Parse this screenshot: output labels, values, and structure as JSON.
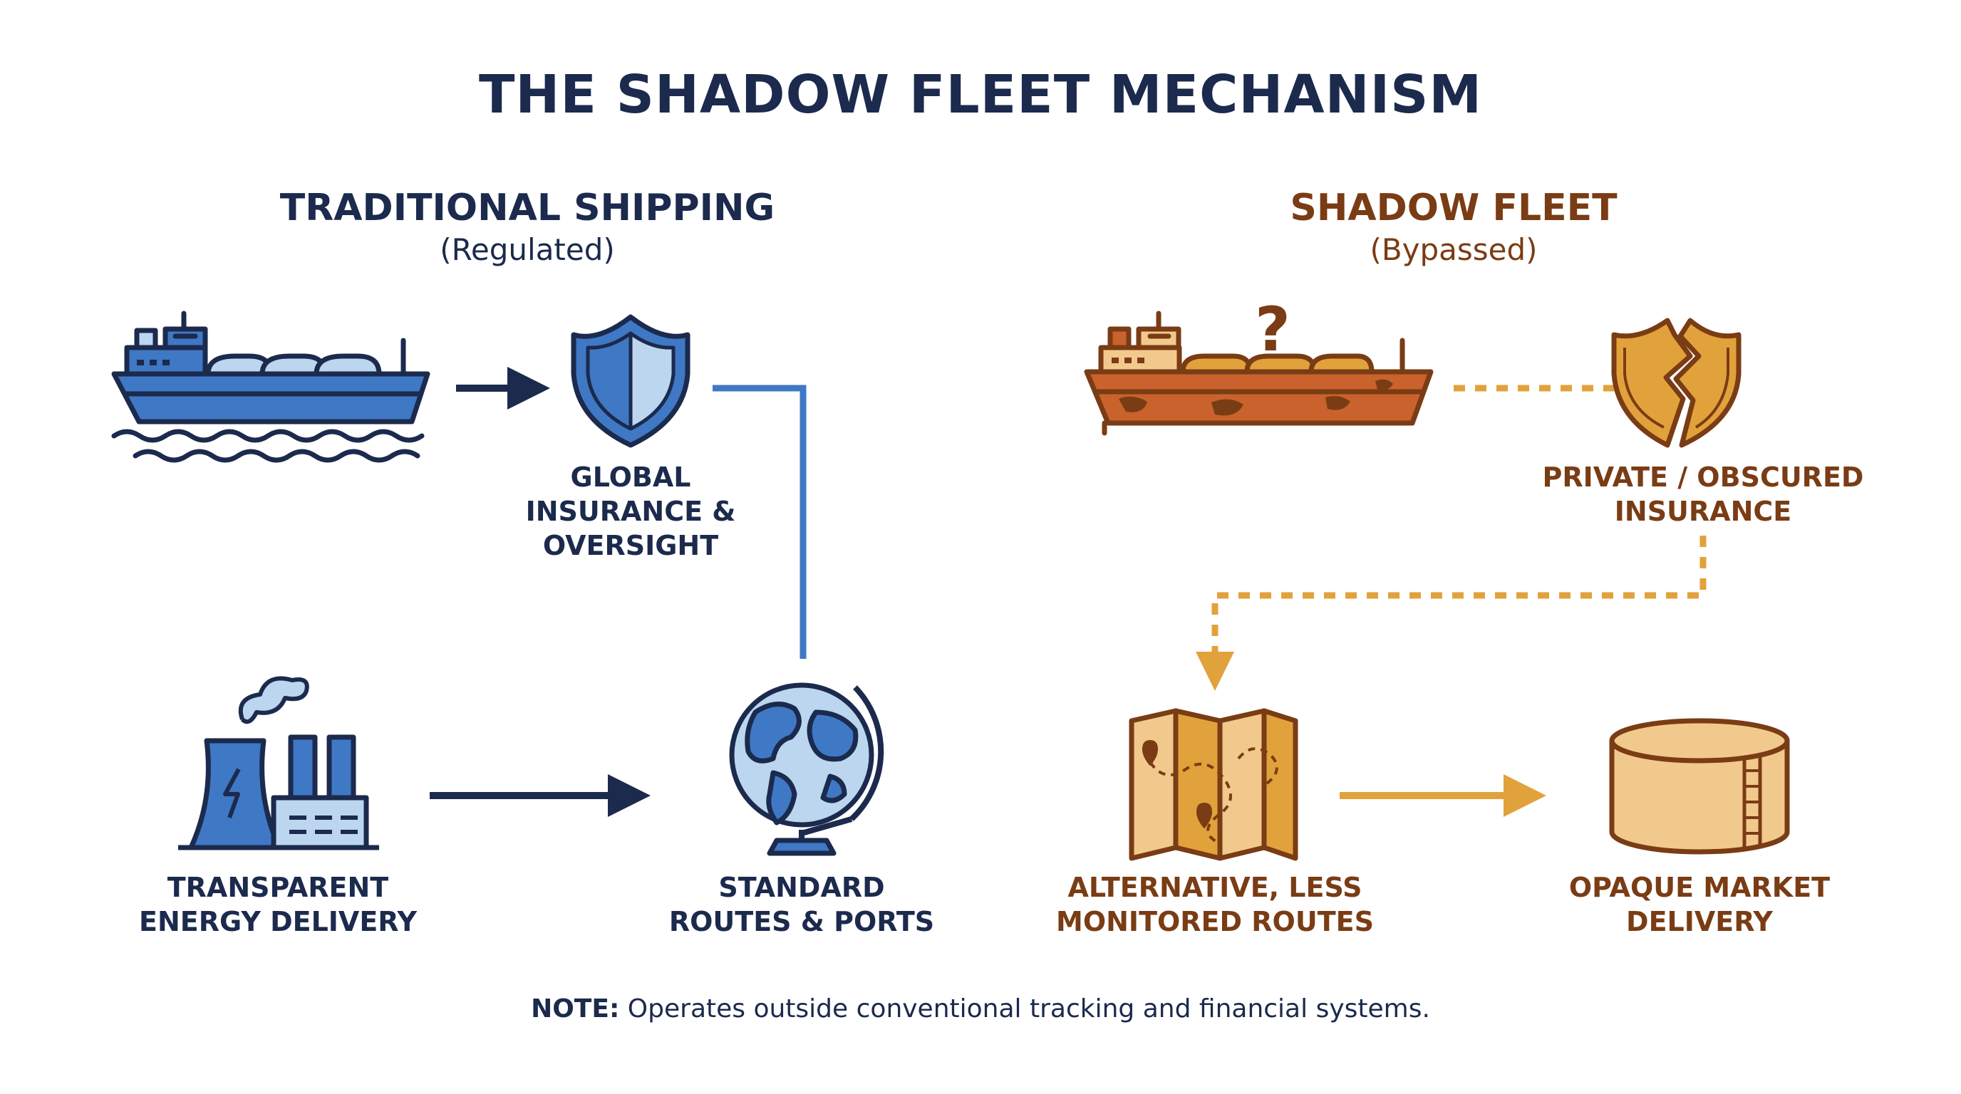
{
  "title": "THE SHADOW FLEET MECHANISM",
  "traditional": {
    "heading": "TRADITIONAL SHIPPING",
    "subheading": "(Regulated)",
    "insurance_label": "GLOBAL\nINSURANCE &\nOVERSIGHT",
    "routes_label": "STANDARD\nROUTES & PORTS",
    "delivery_label": "TRANSPARENT\nENERGY DELIVERY"
  },
  "shadow": {
    "heading": "SHADOW FLEET",
    "subheading": "(Bypassed)",
    "question_mark": "?",
    "insurance_label": "PRIVATE / OBSCURED\nINSURANCE",
    "routes_label": "ALTERNATIVE, LESS\nMONITORED ROUTES",
    "delivery_label": "OPAQUE MARKET\nDELIVERY"
  },
  "note": {
    "prefix": "NOTE:",
    "text": " Operates outside conventional tracking and financial systems."
  },
  "colors": {
    "navy": "#1b2a4d",
    "blue": "#3f78c4",
    "light_blue": "#bcd6f0",
    "brown": "#7a3c14",
    "rust": "#c9622c",
    "orange": "#e2a23b",
    "sand": "#f2c98c"
  },
  "icons": [
    "tanker-ship-icon",
    "shield-icon",
    "globe-icon",
    "power-plant-icon",
    "rusty-tanker-icon",
    "broken-shield-icon",
    "map-icon",
    "storage-tank-icon"
  ]
}
